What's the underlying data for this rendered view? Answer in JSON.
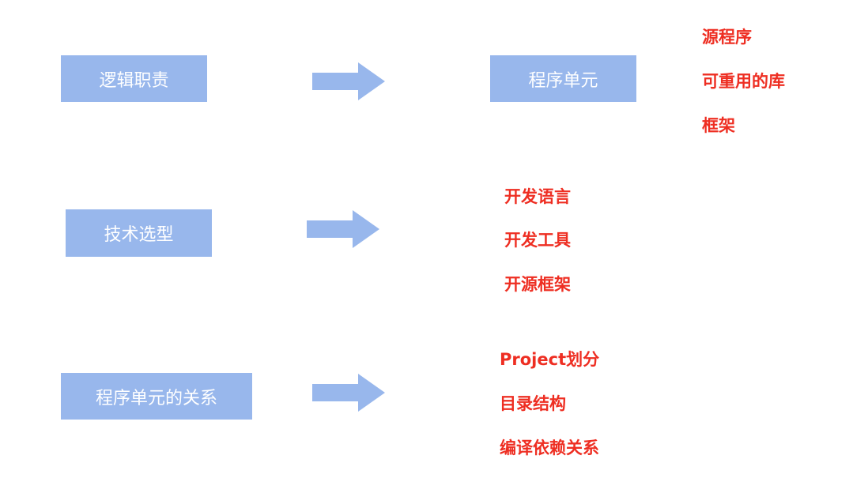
{
  "colors": {
    "box_fill": "#98b7ec",
    "box_text": "#ffffff",
    "arrow_fill": "#98b7ec",
    "item_text": "#ee2e22"
  },
  "rows": [
    {
      "source": "逻辑职责",
      "target": "程序单元",
      "items": [
        "源程序",
        "可重用的库",
        "框架"
      ]
    },
    {
      "source": "技术选型",
      "items": [
        "开发语言",
        "开发工具",
        "开源框架"
      ]
    },
    {
      "source": "程序单元的关系",
      "items": [
        "Project划分",
        "目录结构",
        "编译依赖关系"
      ]
    }
  ]
}
